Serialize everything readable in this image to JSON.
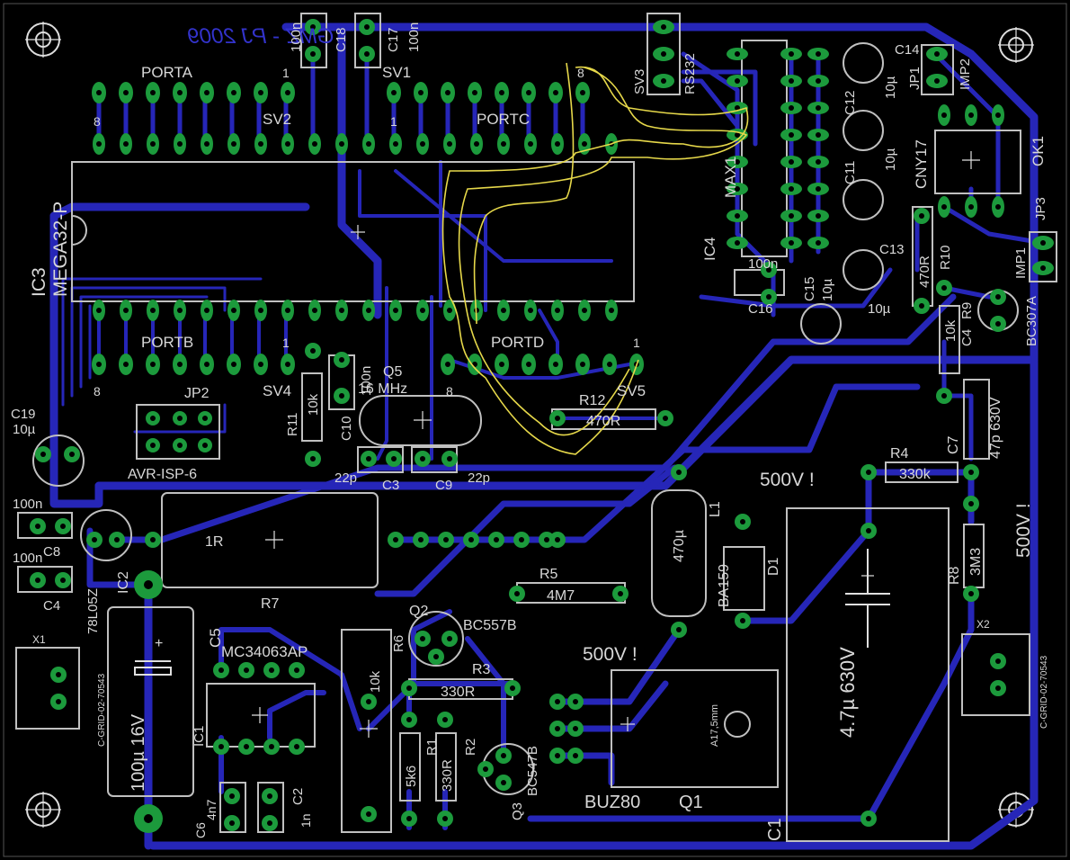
{
  "board": {
    "title": "GMZ - PJ 2009",
    "colors": {
      "background": "#000000",
      "trace": "#2626b8",
      "pad": "#1c9a3c",
      "silk": "#d8d8d8",
      "airwire": "#e6d84a",
      "title": "#3333cc"
    }
  },
  "labels": {
    "porta": "PORTA",
    "portb": "PORTB",
    "portc": "PORTC",
    "portd": "PORTD",
    "sv1": "SV1",
    "sv2": "SV2",
    "sv3": "SV3",
    "sv4": "SV4",
    "sv5": "SV5",
    "mega": "MEGA32-P",
    "ic3": "IC3",
    "ic4": "IC4",
    "max": "MAX1",
    "rs232": "RS232",
    "c18": "C18",
    "c17": "C17",
    "c18v": "100n",
    "c17v": "100n",
    "c14": "C14",
    "c12": "C12",
    "c11": "C11",
    "c13": "C13",
    "c15": "C15",
    "c16": "C16",
    "c16v": "100n",
    "c12v": "10µ",
    "c11v": "10µ",
    "c13v": "10µ",
    "c15v": "10µ",
    "c13v2": "10µ",
    "jp1": "JP1",
    "imp2": "IMP2",
    "imp1": "IMP1",
    "ok1": "OK1",
    "cny17": "CNY17",
    "jp3": "JP3",
    "jp2": "JP2",
    "r10": "R10",
    "r10v": "470R",
    "r9": "R9",
    "r9v": "10k",
    "c4r": "C4",
    "bc307": "BC307A",
    "r11": "R11",
    "r11v": "10k",
    "c10": "C10",
    "c10v": "100n",
    "q5": "Q5",
    "q5v": "16 MHz",
    "r12": "R12",
    "r12v": "470R",
    "c3": "C3",
    "c9": "C9",
    "c3v": "22p",
    "c9v": "22p",
    "c19": "C19",
    "c19v": "10µ",
    "avr": "AVR-ISP-6",
    "c8": "C8",
    "c8v": "100n",
    "c4": "C4",
    "c4v": "100n",
    "c7": "C7",
    "c7v": "47p 630V",
    "r4": "R4",
    "r4v": "330k",
    "warn": "500V !",
    "warn2": "500V !",
    "warn3": "500V !",
    "l1": "L1",
    "l1v": "470µ",
    "d1": "D1",
    "d1v": "BA159",
    "r8": "R8",
    "r8v": "3M3",
    "r7": "R7",
    "r7v": "1R",
    "ic2": "IC2",
    "ic2v": "78L05Z",
    "c5": "C5",
    "r5": "R5",
    "r5v": "4M7",
    "q2": "Q2",
    "q2v": "BC557B",
    "r6": "R6",
    "r6v": "10k",
    "r3": "R3",
    "r3v": "330R",
    "mc": "MC34063AP",
    "ic1": "IC1",
    "x1": "X1",
    "x2": "X2",
    "cgrid": "C-GRID-02-70543",
    "c6": "C6",
    "c6v": "4n7",
    "c2": "C2",
    "c2v": "1n",
    "r1": "R1",
    "r1v": "330R",
    "r2": "R2",
    "r2v": "5k6",
    "q3": "Q3",
    "q3v": "BC547B",
    "buz": "BUZ80",
    "q1": "Q1",
    "a17": "A17,5mm",
    "c1": "C1",
    "c1v": "4.7µ 630V",
    "ec": "100µ 16V"
  }
}
